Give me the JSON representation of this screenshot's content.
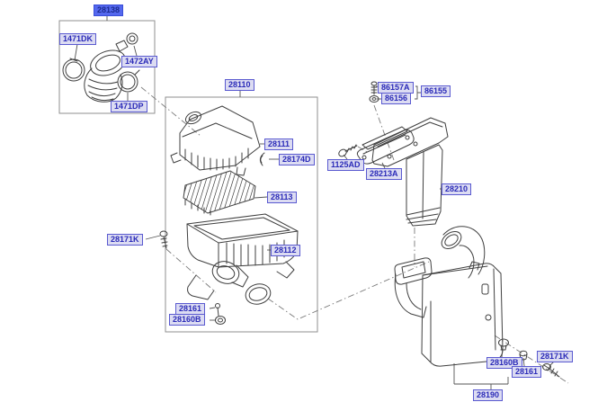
{
  "colors": {
    "label_text": "#2a2ab8",
    "label_background": "#dcdcf2",
    "label_border": "#5a5ad0",
    "highlighted_label_background": "#5468ee",
    "highlighted_label_text": "#1b2a90",
    "line_art": "#3f3f3f",
    "group_box_border": "#8f8f8f",
    "page_background": "#ffffff"
  },
  "callouts": [
    {
      "text": "28138",
      "highlighted": true
    },
    {
      "text": "1471DK",
      "highlighted": false
    },
    {
      "text": "1472AY",
      "highlighted": false
    },
    {
      "text": "1471DP",
      "highlighted": false
    },
    {
      "text": "28110",
      "highlighted": false
    },
    {
      "text": "28111",
      "highlighted": false
    },
    {
      "text": "28174D",
      "highlighted": false
    },
    {
      "text": "28113",
      "highlighted": false
    },
    {
      "text": "28171K",
      "highlighted": false
    },
    {
      "text": "28112",
      "highlighted": false
    },
    {
      "text": "28161",
      "highlighted": false
    },
    {
      "text": "28160B",
      "highlighted": false
    },
    {
      "text": "86157A",
      "highlighted": false
    },
    {
      "text": "86156",
      "highlighted": false
    },
    {
      "text": "86155",
      "highlighted": false
    },
    {
      "text": "1125AD",
      "highlighted": false
    },
    {
      "text": "28213A",
      "highlighted": false
    },
    {
      "text": "28210",
      "highlighted": false
    },
    {
      "text": "28171K",
      "highlighted": false
    },
    {
      "text": "28160B",
      "highlighted": false
    },
    {
      "text": "28161",
      "highlighted": false
    },
    {
      "text": "28190",
      "highlighted": false
    }
  ]
}
